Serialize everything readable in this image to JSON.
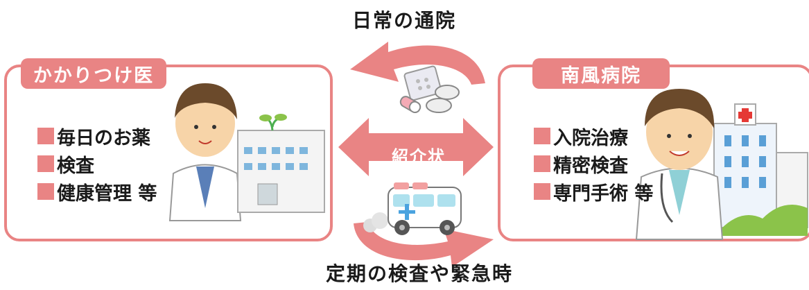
{
  "top_label": "日常の通院",
  "bottom_label": "定期の検査や緊急時",
  "center_label": "紹介状",
  "left": {
    "title": "かかりつけ医",
    "items": [
      "毎日のお薬",
      "検査",
      "健康管理 等"
    ]
  },
  "right": {
    "title": "南風病院",
    "items": [
      "入院治療",
      "精密検査",
      "専門手術 等"
    ]
  },
  "colors": {
    "accent": "#e98484"
  }
}
